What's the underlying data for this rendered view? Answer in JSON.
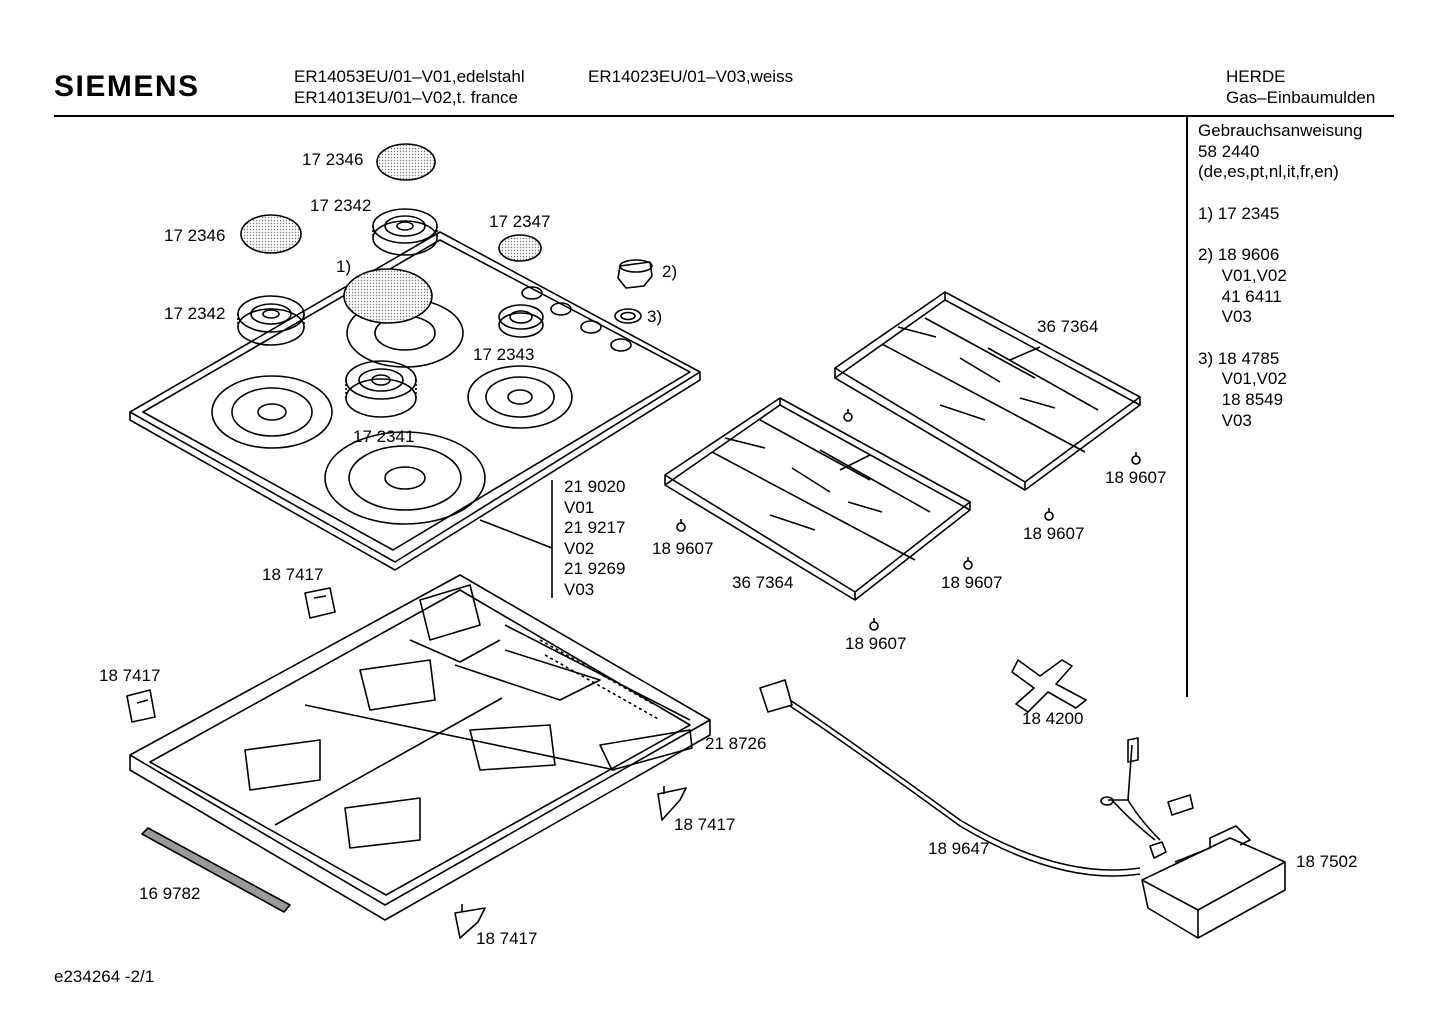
{
  "header": {
    "brand": "SIEMENS",
    "models": [
      "ER14053EU/01–V01,edelstahl",
      "ER14013EU/01–V02,t. france",
      "ER14023EU/01–V03,weiss"
    ],
    "category": "HERDE",
    "subcategory": "Gas–Einbaumulden"
  },
  "notes": {
    "lines": [
      "Gebrauchsanweisung",
      "58 2440",
      "(de,es,pt,nl,it,fr,en)",
      "",
      "1)  17 2345",
      "",
      "2)  18 9606",
      "     V01,V02",
      "     41 6411",
      "     V03",
      "",
      "3)  18 4785",
      "     V01,V02",
      "     18 8549",
      "     V03"
    ]
  },
  "labels": {
    "cap_top": "17 2346",
    "cap_left": "17 2346",
    "burner_top": "17 2342",
    "burner_left": "17 2342",
    "cap_small": "17 2347",
    "burner_small": "17 2343",
    "burner_large": "17 2341",
    "ref1": "1)",
    "ref2": "2)",
    "ref3": "3)",
    "hob_variants": [
      "21 9020",
      "V01",
      "21 9217",
      "V02",
      "21 9269",
      "V03"
    ],
    "grid_back": "36 7364",
    "grid_front": "36 7364",
    "foot_1": "18 9607",
    "foot_2": "18 9607",
    "foot_3": "18 9607",
    "foot_4": "18 9607",
    "foot_5": "18 9607",
    "clip_1": "18 7417",
    "clip_2": "18 7417",
    "clip_3": "18 7417",
    "clip_4": "18 7417",
    "base": "21 8726",
    "wok": "18 4200",
    "seal": "16 9782",
    "cable": "18 9647",
    "ignition": "18 7502"
  },
  "footer": {
    "doc_id": "e234264  -2/1"
  }
}
